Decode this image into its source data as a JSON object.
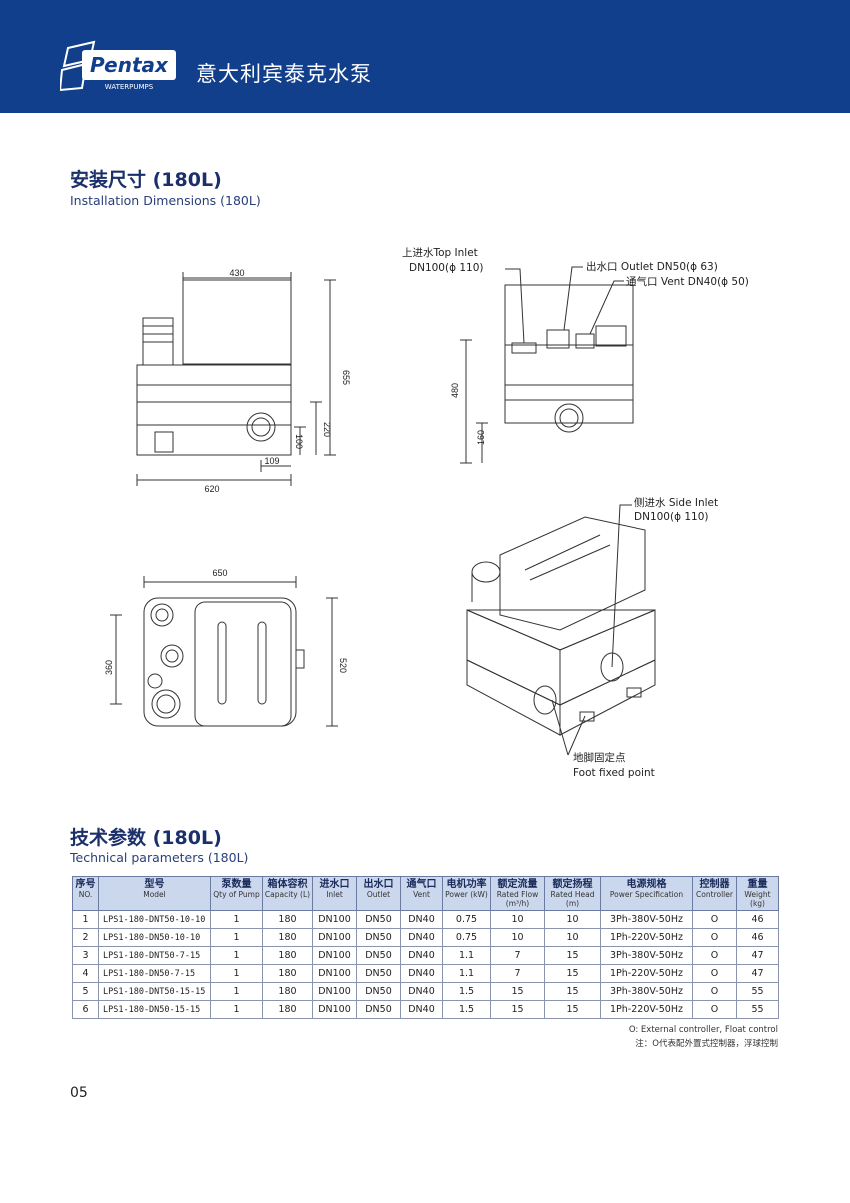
{
  "header": {
    "logo_text": "Pentax",
    "logo_sub": "WATERPUMPS",
    "title": "意大利宾泰克水泵"
  },
  "install": {
    "title_cn": "安装尺寸 (180L)",
    "title_en": "Installation Dimensions (180L)"
  },
  "drawing": {
    "dims": {
      "front_width": "430",
      "front_base": "620",
      "front_height": "655",
      "front_220": "220",
      "front_100": "100",
      "front_109": "109",
      "side_480": "480",
      "side_160": "160",
      "top_width": "650",
      "top_360": "360",
      "top_520": "520"
    },
    "labels": {
      "top_inlet_1": "上进水Top Inlet",
      "top_inlet_2": "DN100(ϕ 110)",
      "outlet": "出水口  Outlet DN50(ϕ 63)",
      "vent": "通气口  Vent  DN40(ϕ 50)",
      "side_inlet_1": "侧进水 Side Inlet",
      "side_inlet_2": "DN100(ϕ 110)",
      "foot_1": "地脚固定点",
      "foot_2": "Foot fixed point"
    }
  },
  "tech": {
    "title_cn": "技术参数 (180L)",
    "title_en": "Technical parameters (180L)"
  },
  "table": {
    "headers": [
      {
        "cn": "序号",
        "en": "NO."
      },
      {
        "cn": "型号",
        "en": "Model"
      },
      {
        "cn": "泵数量",
        "en": "Qty of Pump"
      },
      {
        "cn": "箱体容积",
        "en": "Capacity (L)"
      },
      {
        "cn": "进水口",
        "en": "Inlet"
      },
      {
        "cn": "出水口",
        "en": "Outlet"
      },
      {
        "cn": "通气口",
        "en": "Vent"
      },
      {
        "cn": "电机功率",
        "en": "Power (kW)"
      },
      {
        "cn": "额定流量",
        "en": "Rated Flow (m³/h)"
      },
      {
        "cn": "额定扬程",
        "en": "Rated Head (m)"
      },
      {
        "cn": "电源规格",
        "en": "Power Specification"
      },
      {
        "cn": "控制器",
        "en": "Controller"
      },
      {
        "cn": "重量",
        "en": "Weight (kg)"
      }
    ],
    "rows": [
      [
        "1",
        "LPS1-180-DNT50-10-10",
        "1",
        "180",
        "DN100",
        "DN50",
        "DN40",
        "0.75",
        "10",
        "10",
        "3Ph-380V-50Hz",
        "O",
        "46"
      ],
      [
        "2",
        "LPS1-180-DN50-10-10",
        "1",
        "180",
        "DN100",
        "DN50",
        "DN40",
        "0.75",
        "10",
        "10",
        "1Ph-220V-50Hz",
        "O",
        "46"
      ],
      [
        "3",
        "LPS1-180-DNT50-7-15",
        "1",
        "180",
        "DN100",
        "DN50",
        "DN40",
        "1.1",
        "7",
        "15",
        "3Ph-380V-50Hz",
        "O",
        "47"
      ],
      [
        "4",
        "LPS1-180-DN50-7-15",
        "1",
        "180",
        "DN100",
        "DN50",
        "DN40",
        "1.1",
        "7",
        "15",
        "1Ph-220V-50Hz",
        "O",
        "47"
      ],
      [
        "5",
        "LPS1-180-DNT50-15-15",
        "1",
        "180",
        "DN100",
        "DN50",
        "DN40",
        "1.5",
        "15",
        "15",
        "3Ph-380V-50Hz",
        "O",
        "55"
      ],
      [
        "6",
        "LPS1-180-DN50-15-15",
        "1",
        "180",
        "DN100",
        "DN50",
        "DN40",
        "1.5",
        "15",
        "15",
        "1Ph-220V-50Hz",
        "O",
        "55"
      ]
    ]
  },
  "notes": {
    "en": "O: External controller, Float control",
    "cn": "注：O代表配外置式控制器，浮球控制"
  },
  "page_number": "05"
}
